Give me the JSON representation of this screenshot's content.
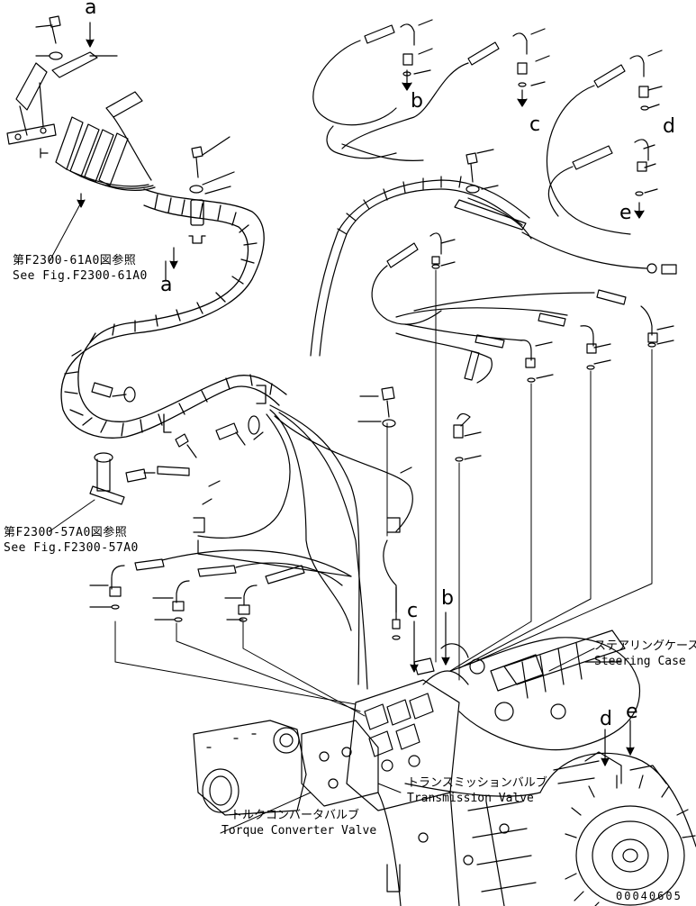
{
  "refs": {
    "fig_61a0_jp": "第F2300-61A0図参照",
    "fig_61a0_en": "See Fig.F2300-61A0",
    "fig_57a0_jp": "第F2300-57A0図参照",
    "fig_57a0_en": "See Fig.F2300-57A0"
  },
  "components": {
    "steering_case_jp": "ステアリングケース",
    "steering_case_en": "Steering Case",
    "transmission_valve_jp": "トランスミッションバルブ",
    "transmission_valve_en": "Transmission Valve",
    "torque_converter_valve_jp": "トルクコンバータバルブ",
    "torque_converter_valve_en": "Torque Converter Valve"
  },
  "letters": {
    "a_top": "a",
    "a_mid": "a",
    "b_top": "b",
    "b_low": "b",
    "c_top": "c",
    "c_low": "c",
    "d_top": "d",
    "d_low": "d",
    "e_top": "e",
    "e_low": "e"
  },
  "figure_number": "00040605"
}
